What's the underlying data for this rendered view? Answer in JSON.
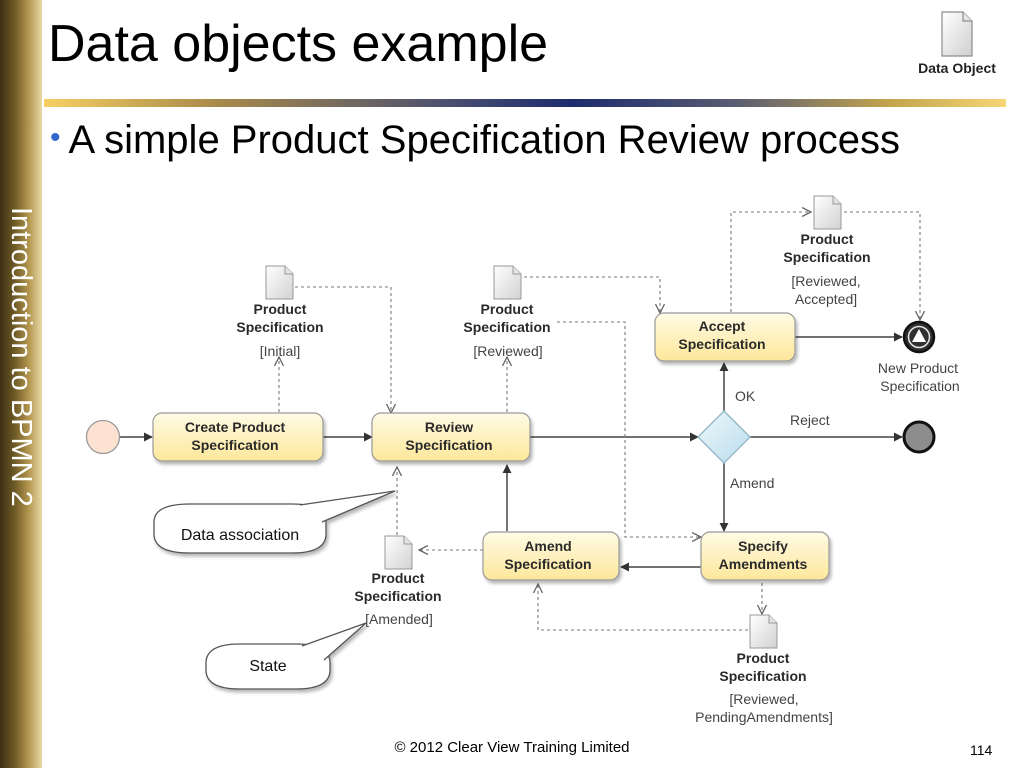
{
  "sidebar": {
    "text": "Introduction to BPMN 2"
  },
  "slide": {
    "title": "Data objects example",
    "bullet": "A simple Product Specification Review process",
    "legend_label": "Data Object"
  },
  "diagram": {
    "tasks": {
      "create": [
        "Create Product",
        "Specification"
      ],
      "review": [
        "Review",
        "Specification"
      ],
      "accept": [
        "Accept",
        "Specification"
      ],
      "amend": [
        "Amend",
        "Specification"
      ],
      "specify": [
        "Specify",
        "Amendments"
      ]
    },
    "data_objects": {
      "initial": {
        "name": [
          "Product",
          "Specification"
        ],
        "state": [
          "[Initial]"
        ]
      },
      "reviewed": {
        "name": [
          "Product",
          "Specification"
        ],
        "state": [
          "[Reviewed]"
        ]
      },
      "accepted": {
        "name": [
          "Product",
          "Specification"
        ],
        "state": [
          "[Reviewed,",
          "Accepted]"
        ]
      },
      "amended": {
        "name": [
          "Product",
          "Specification"
        ],
        "state": [
          "[Amended]"
        ]
      },
      "pending": {
        "name": [
          "Product",
          "Specification"
        ],
        "state": [
          "[Reviewed,",
          "PendingAmendments]"
        ]
      }
    },
    "flow_labels": {
      "ok": "OK",
      "reject": "Reject",
      "amend": "Amend"
    },
    "end_label": [
      "New Product",
      "Specification"
    ],
    "callouts": {
      "data_association": "Data association",
      "state": "State"
    }
  },
  "footer": {
    "copyright": "© 2012 Clear View Training Limited",
    "page": "114"
  }
}
